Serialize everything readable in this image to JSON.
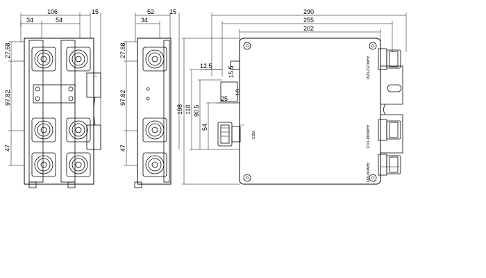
{
  "left_view": {
    "dims": {
      "top_width": "106",
      "top_inner": "34",
      "top_mid": "54",
      "top_right": "15",
      "side_top": "27.68",
      "side_mid": "97.82",
      "side_bot": "47"
    }
  },
  "side_view": {
    "dims": {
      "top_width": "52",
      "top_inner": "34",
      "top_right": "15",
      "side_top": "27.68",
      "side_mid": "97.82",
      "side_bot": "47"
    }
  },
  "front_view": {
    "dims": {
      "width_total": "290",
      "width_mid": "255",
      "width_body": "202",
      "height_total": "198",
      "height_a": "110",
      "height_b": "90.5",
      "height_c": "54",
      "small_left": "12.5",
      "small_v": "15.5",
      "small_h": "25",
      "small_side": "10"
    },
    "port_labels": {
      "com": "COM",
      "band1": "1920-2170MHz",
      "band2": "1710-1880MHz",
      "band3": "698-960MHz"
    }
  }
}
